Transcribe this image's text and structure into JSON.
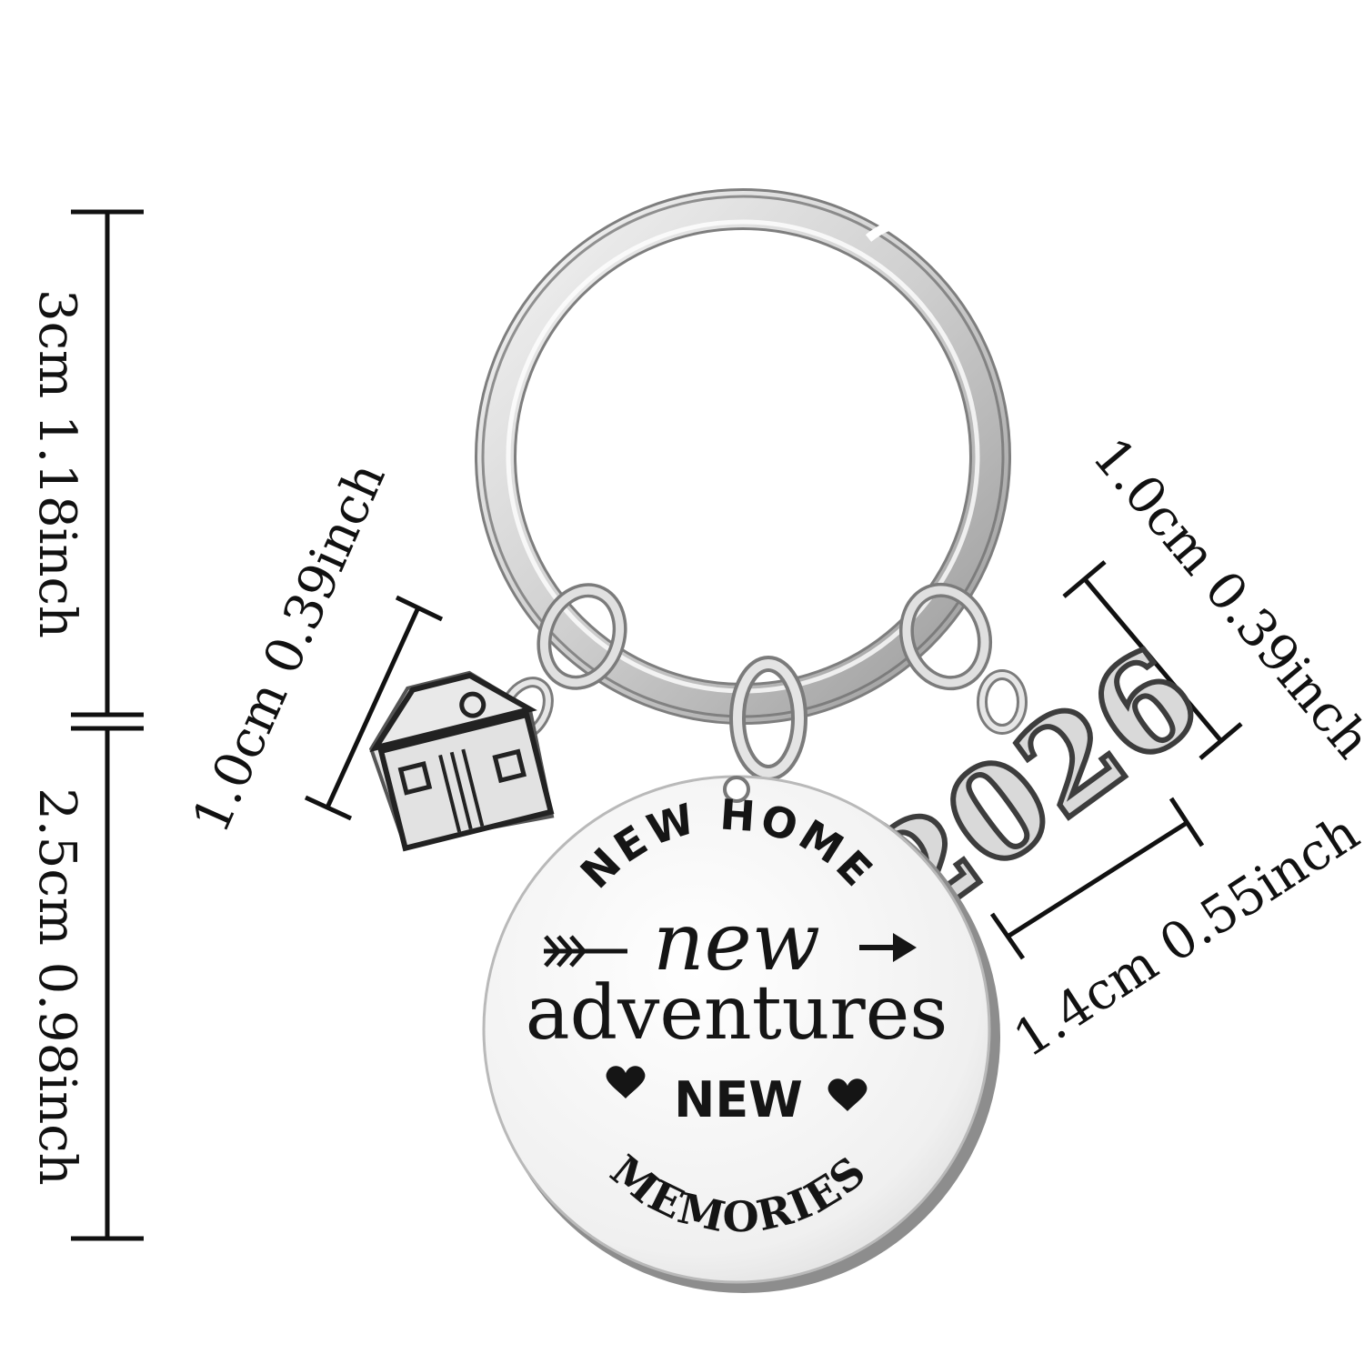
{
  "measurements": {
    "total_height": "3cm 1.18inch",
    "tag_height": "2.5cm 0.98inch",
    "house_charm_size": "1.0cm 0.39inch",
    "year_charm_height": "1.0cm 0.39inch",
    "year_charm_width": "1.4cm 0.55inch"
  },
  "tag": {
    "arc_top": "NEW HOME",
    "line_1": "new",
    "line_2": "adventures",
    "line_3": "NEW",
    "arc_bottom": "MEMORIES"
  },
  "year_charm": "2026",
  "icons": {
    "house_charm": "house-charm-icon",
    "year_charm": "year-charm-icon",
    "key_ring": "key-ring-icon",
    "arrows": "arrow-icon",
    "hearts": "heart-icon"
  }
}
